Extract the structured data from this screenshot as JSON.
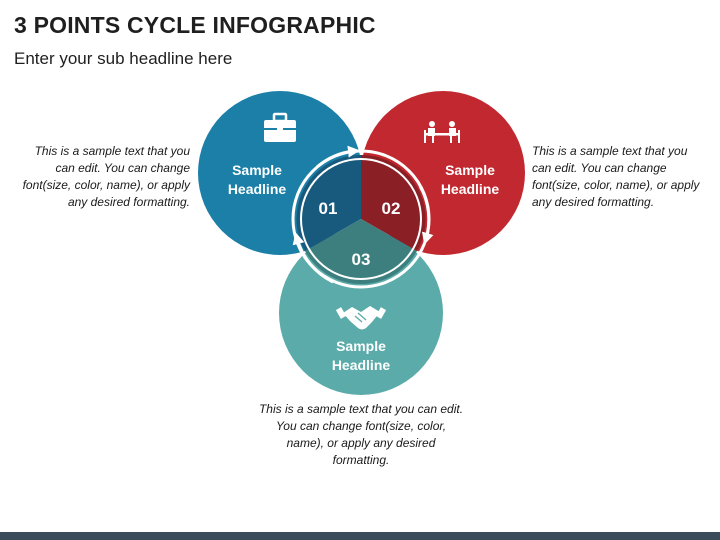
{
  "header": {
    "title": "3 POINTS CYCLE INFOGRAPHIC",
    "subtitle": "Enter your sub headline here"
  },
  "colors": {
    "blue": "#1b7fa8",
    "red": "#c1282f",
    "teal": "#5aaba9",
    "blue_dark": "#175a7e",
    "red_dark": "#8b1f26",
    "teal_dark": "#3d7f7e"
  },
  "points": [
    {
      "number": "01",
      "headline_line1": "Sample",
      "headline_line2": "Headline",
      "icon": "briefcase-icon",
      "description": "This is a sample text that you can edit. You can change font(size, color, name), or apply any desired formatting."
    },
    {
      "number": "02",
      "headline_line1": "Sample",
      "headline_line2": "Headline",
      "icon": "meeting-table-icon",
      "description": "This is a sample text that you can edit. You can change font(size, color, name), or apply any desired formatting."
    },
    {
      "number": "03",
      "headline_line1": "Sample",
      "headline_line2": "Headline",
      "icon": "handshake-icon",
      "description": "This is a sample text that you can edit. You can change font(size, color, name), or apply any desired formatting."
    }
  ]
}
